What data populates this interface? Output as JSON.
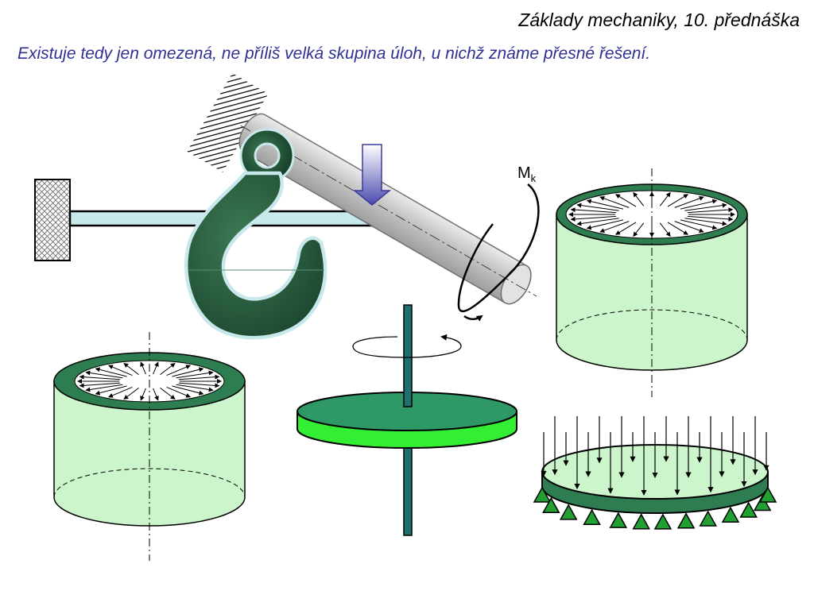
{
  "header": {
    "title": "Základy mechaniky, 10. přednáška"
  },
  "slide": {
    "subtitle": "Existuje tedy jen omezená, ne příliš velká skupina úloh, u nichž známe přesné řešení."
  },
  "labels": {
    "moment_main": "M",
    "moment_sub": "k"
  },
  "colors": {
    "subtitle_text": "#2e3192",
    "dark_green": "#2e7d50",
    "cylinder_fill": "#ccf5cc",
    "disc_side": "#33ee33",
    "disc_top": "#2f9966",
    "beam_fill": "#c8e8ec",
    "hook_green": "#1f5c3a",
    "load_arrow": "#5a5ab8"
  }
}
